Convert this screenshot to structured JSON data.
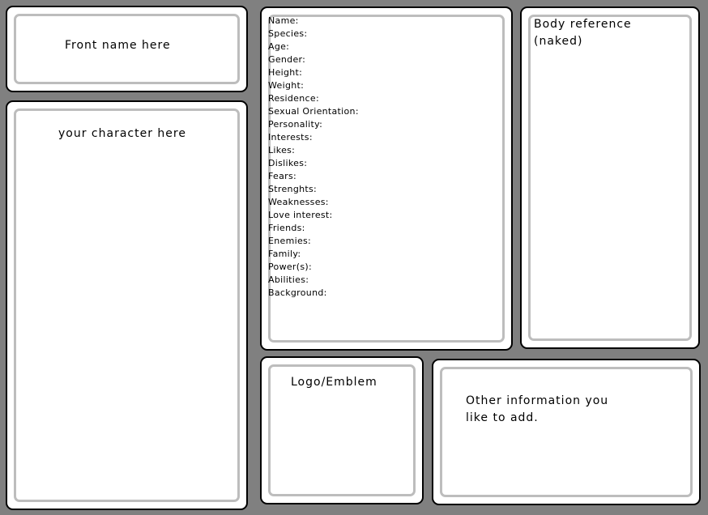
{
  "front_name": {
    "text": "Front name here"
  },
  "character": {
    "text": "your character here"
  },
  "info": {
    "fields": [
      "Name:",
      "Species:",
      "Age:",
      "Gender:",
      "Height:",
      "Weight:",
      "Residence:",
      "Sexual Orientation:",
      "Personality:",
      "Interests:",
      "Likes:",
      "Dislikes:",
      "Fears:",
      "Strenghts:",
      "Weaknesses:",
      "Love interest:",
      "Friends:",
      "Enemies:",
      "Family:",
      "Power(s):",
      "Abilities:",
      "Background:"
    ]
  },
  "body_reference": {
    "lines": [
      "Body reference",
      "(naked)"
    ]
  },
  "logo": {
    "text": "Logo/Emblem"
  },
  "other_info": {
    "lines": [
      "Other information you",
      "like to add."
    ]
  },
  "colors": {
    "background": "#808080",
    "panel": "#ffffff",
    "panel_border": "#000000",
    "inner_border": "#bdbdbd"
  }
}
